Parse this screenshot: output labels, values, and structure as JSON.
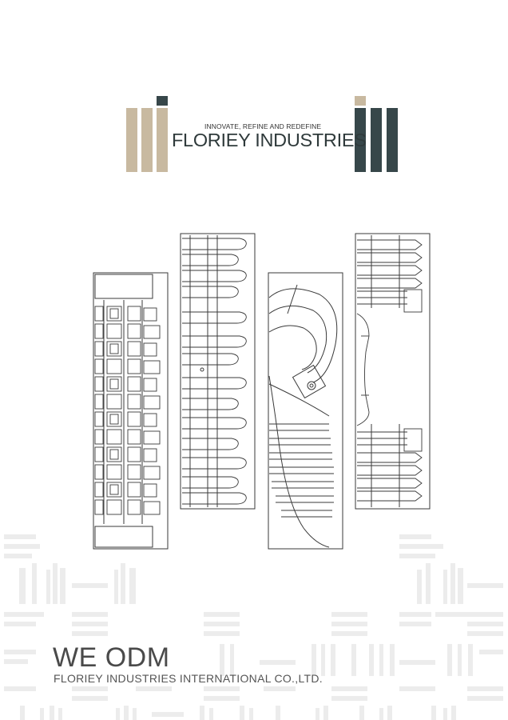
{
  "header": {
    "tagline": "INNOVATE, REFINE AND REDEFINE",
    "brand_name": "FLORIEY INDUSTRIES"
  },
  "footer": {
    "slogan": "WE ODM",
    "company_name": "FLORIEY INDUSTRIES INTERNATIONAL CO.,LTD."
  },
  "colors": {
    "beige": "#c8b9a0",
    "dark_slate": "#37474a",
    "line_art": "#3a3a3a",
    "pattern_gray": "#ececec",
    "text": "#4a4a4a"
  },
  "product_panels": [
    {
      "icon": "handle-grip-front-icon"
    },
    {
      "icon": "handle-grip-fin-icon"
    },
    {
      "icon": "curved-handle-icon"
    },
    {
      "icon": "clamp-grip-icon"
    }
  ]
}
